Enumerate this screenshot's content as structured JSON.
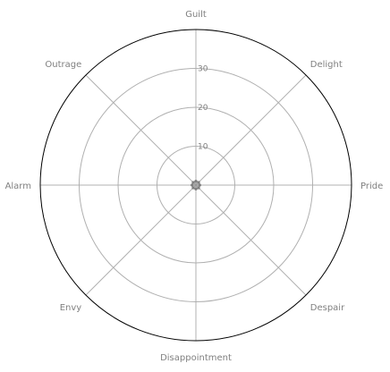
{
  "chart_data": {
    "type": "radar",
    "title": "",
    "axes": [
      "Guilt",
      "Delight",
      "Pride",
      "Despair",
      "Disappointment",
      "Envy",
      "Alarm",
      "Outrage"
    ],
    "radial_ticks": [
      "10",
      "20",
      "30"
    ],
    "radial_tick_values": [
      10,
      20,
      30
    ],
    "rlim": [
      0,
      40
    ],
    "grid": true,
    "series": [
      {
        "values": [
          1,
          1,
          1,
          1,
          1,
          1,
          1,
          1
        ],
        "color": "#808080"
      }
    ],
    "colors": {
      "grid": "#b0b0b0",
      "frame": "#000000",
      "text": "#808080"
    }
  }
}
